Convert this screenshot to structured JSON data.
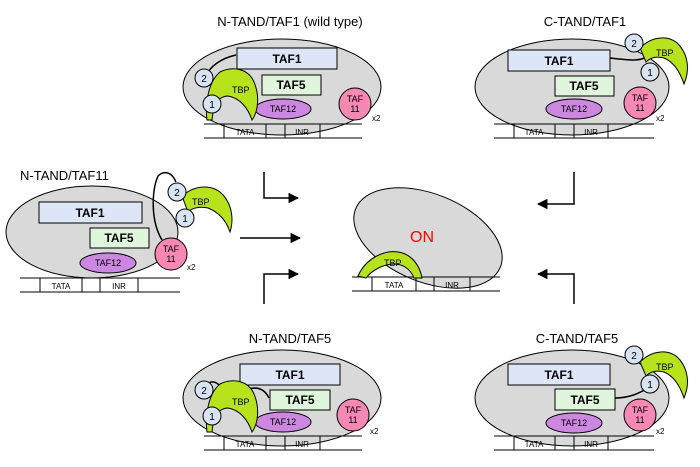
{
  "panels": {
    "n_taf1": {
      "title": "N-TAND/TAF1 (wild type)",
      "taf1": "TAF1",
      "taf5": "TAF5",
      "taf12": "TAF12",
      "taf11a": "TAF",
      "taf11b": "11",
      "x2": "x2",
      "tbp": "TBP",
      "d1": "1",
      "d2": "2",
      "tata": "TATA",
      "inr": "INR"
    },
    "c_taf1": {
      "title": "C-TAND/TAF1",
      "taf1": "TAF1",
      "taf5": "TAF5",
      "taf12": "TAF12",
      "taf11a": "TAF",
      "taf11b": "11",
      "x2": "x2",
      "tbp": "TBP",
      "d1": "1",
      "d2": "2",
      "tata": "TATA",
      "inr": "INR"
    },
    "n_taf11": {
      "title": "N-TAND/TAF11",
      "taf1": "TAF1",
      "taf5": "TAF5",
      "taf12": "TAF12",
      "taf11a": "TAF",
      "taf11b": "11",
      "x2": "x2",
      "tbp": "TBP",
      "d1": "1",
      "d2": "2",
      "tata": "TATA",
      "inr": "INR"
    },
    "n_taf5": {
      "title": "N-TAND/TAF5",
      "taf1": "TAF1",
      "taf5": "TAF5",
      "taf12": "TAF12",
      "taf11a": "TAF",
      "taf11b": "11",
      "x2": "x2",
      "tbp": "TBP",
      "d1": "1",
      "d2": "2",
      "tata": "TATA",
      "inr": "INR"
    },
    "c_taf5": {
      "title": "C-TAND/TAF5",
      "taf1": "TAF1",
      "taf5": "TAF5",
      "taf12": "TAF12",
      "taf11a": "TAF",
      "taf11b": "11",
      "x2": "x2",
      "tbp": "TBP",
      "d1": "1",
      "d2": "2",
      "tata": "TATA",
      "inr": "INR"
    }
  },
  "center": {
    "state": "ON",
    "tbp": "TBP",
    "tata": "TATA",
    "inr": "INR"
  },
  "colors": {
    "complex": "#d9d9d9",
    "taf1": "#dce6f7",
    "taf5": "#dff5dc",
    "taf12": "#cc88e0",
    "taf11": "#f589b4",
    "tbp": "#b7e31c",
    "tand": "#d9e4f3",
    "on": "#ff0000"
  }
}
